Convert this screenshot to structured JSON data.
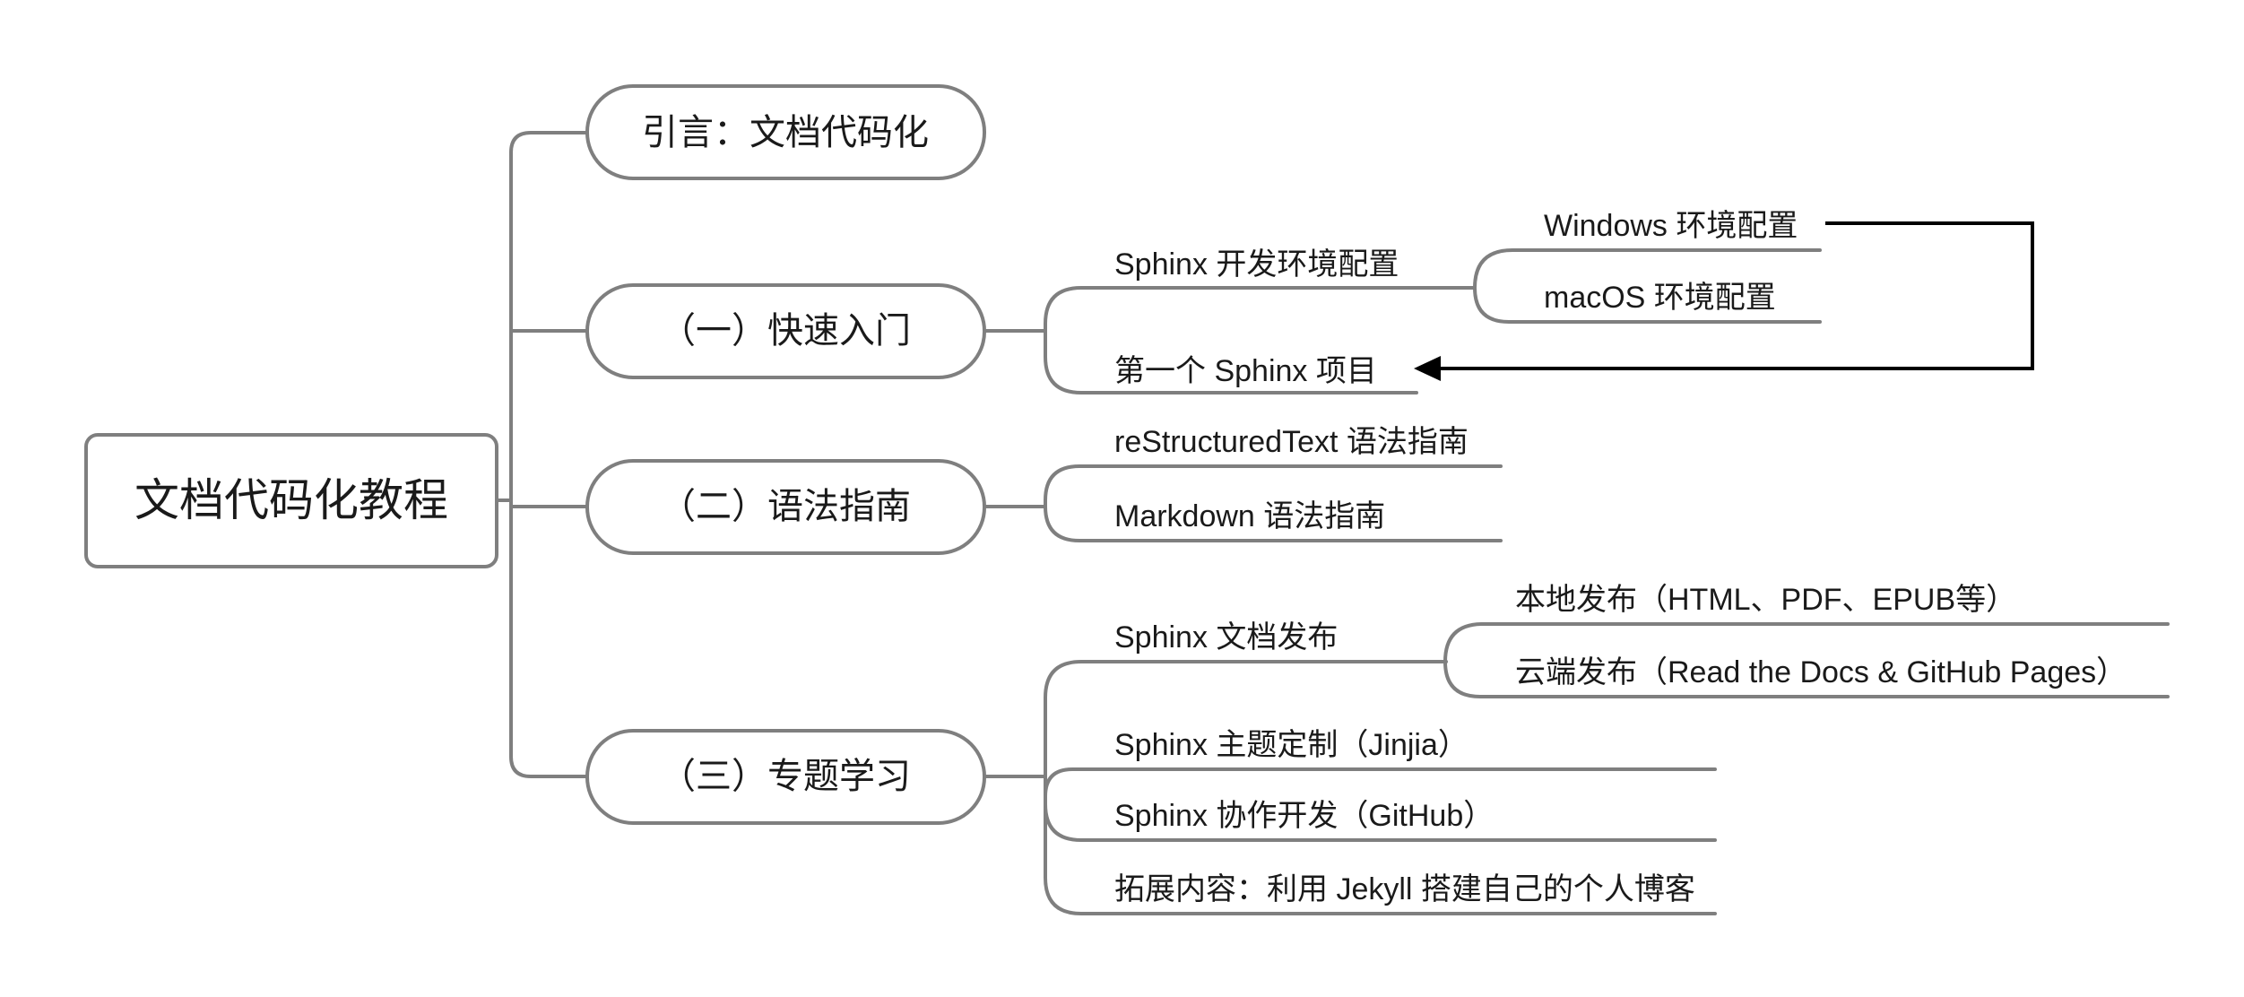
{
  "root": {
    "label": "文档代码化教程"
  },
  "topics": [
    {
      "label": "引言：文档代码化"
    },
    {
      "label": "（一）快速入门",
      "children": [
        {
          "label": "Sphinx 开发环境配置",
          "children": [
            {
              "label": "Windows 环境配置"
            },
            {
              "label": "macOS 环境配置"
            }
          ]
        },
        {
          "label": "第一个 Sphinx 项目"
        }
      ]
    },
    {
      "label": "（二）语法指南",
      "children": [
        {
          "label": "reStructuredText 语法指南"
        },
        {
          "label": "Markdown 语法指南"
        }
      ]
    },
    {
      "label": "（三）专题学习",
      "children": [
        {
          "label": "Sphinx 文档发布",
          "children": [
            {
              "label": "本地发布（HTML、PDF、EPUB等）"
            },
            {
              "label": "云端发布（Read the Docs & GitHub Pages）"
            }
          ]
        },
        {
          "label": "Sphinx 主题定制（Jinjia）"
        },
        {
          "label": "Sphinx 协作开发（GitHub）"
        },
        {
          "label": "拓展内容：利用 Jekyll 搭建自己的个人博客"
        }
      ]
    }
  ],
  "arrows": [
    {
      "from": [
        1,
        0,
        0
      ],
      "to": [
        1,
        1
      ]
    }
  ],
  "colors": {
    "line": "#7f7f7f",
    "arrow": "#000000",
    "text": "#1a1a1a",
    "background": "#ffffff"
  }
}
